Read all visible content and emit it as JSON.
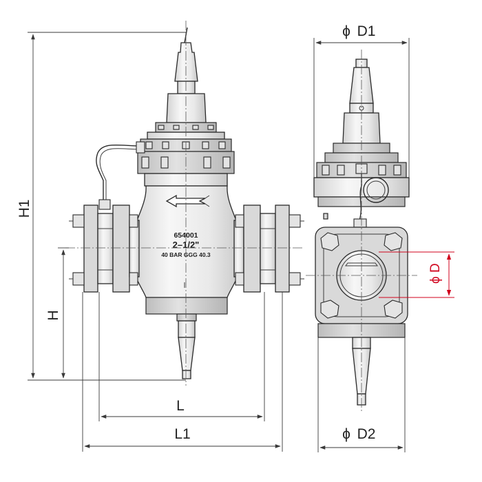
{
  "dimensions": {
    "h1": "H1",
    "h": "H",
    "l": "L",
    "l1": "L1",
    "d1": "D1",
    "d2": "D2",
    "d": "D",
    "diameter_symbol": "ϕ"
  },
  "stamp": {
    "part_number": "654001",
    "size": "2–1/2\"",
    "rating": "40 BAR GGG 40.3"
  },
  "colors": {
    "line": "#2a2a2a",
    "metal_light": "#f4f4f4",
    "metal_shade": "#cfcfcf",
    "dimension_highlight": "#d0021b"
  },
  "icons": {
    "flow_direction": "flow-arrow-icon"
  }
}
